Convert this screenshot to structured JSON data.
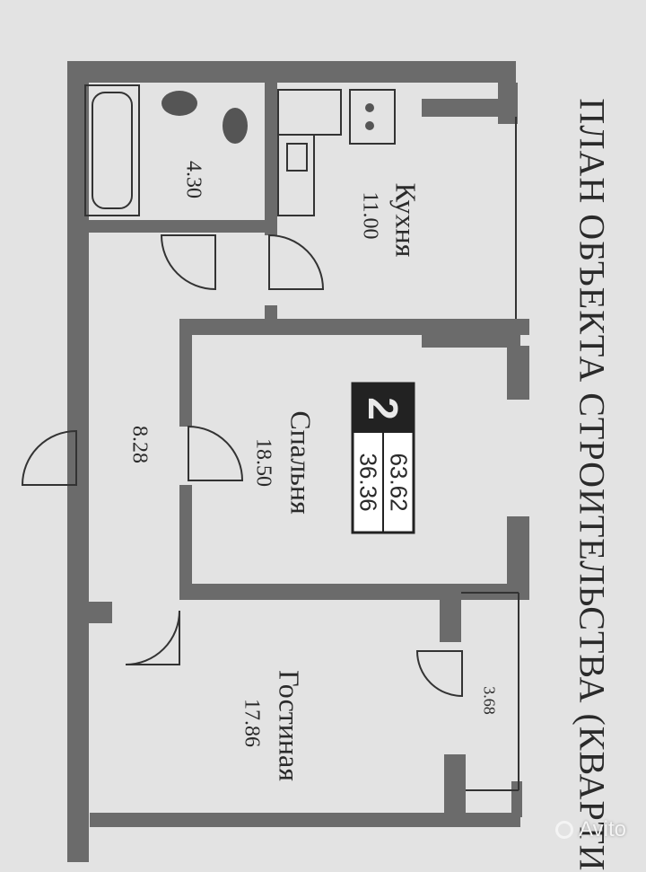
{
  "title": "ПЛАН ОБЪЕКТА СТРОИТЕЛЬСТВА (КВАРТИ",
  "rooms": {
    "kitchen": {
      "name": "Кухня",
      "area": "11.00"
    },
    "bathroom": {
      "area": "4.30"
    },
    "hall": {
      "area": "8.28"
    },
    "bedroom": {
      "name": "Спальня",
      "area": "18.50"
    },
    "living": {
      "name": "Гостиная",
      "area": "17.86"
    },
    "balcony": {
      "area": "3.68"
    }
  },
  "badge": {
    "rooms": "2",
    "total_area": "63.62",
    "living_area": "36.36"
  },
  "watermark": {
    "text": "Avito"
  },
  "colors": {
    "wall": "#6b6b6b",
    "background": "#e3e3e3",
    "line": "#333333"
  }
}
